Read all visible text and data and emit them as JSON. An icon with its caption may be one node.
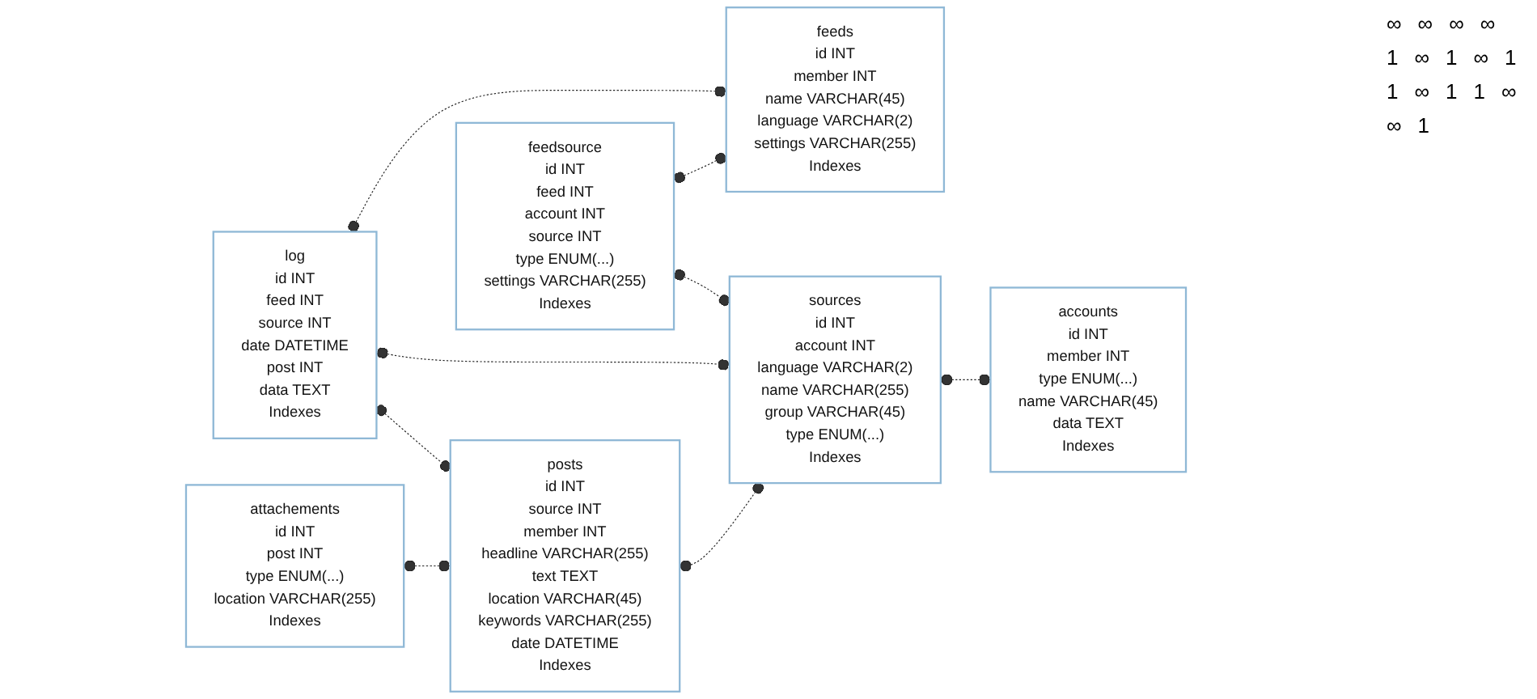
{
  "diagram": {
    "nodes": [
      {
        "text": [
          "attachements",
          "id INT",
          "post INT",
          "type ENUM(...)",
          "location VARCHAR(255)",
          "Indexes"
        ]
      },
      {
        "text": [
          "log",
          "id INT",
          "feed INT",
          "source INT",
          "date DATETIME",
          "post INT",
          "data TEXT",
          "Indexes"
        ]
      },
      {
        "text": [
          "posts",
          "id INT",
          "source INT",
          "member INT",
          "headline VARCHAR(255)",
          "text TEXT",
          "location VARCHAR(45)",
          "keywords VARCHAR(255)",
          "date DATETIME",
          "Indexes"
        ]
      },
      {
        "text": [
          "sources",
          "id INT",
          "account INT",
          "language VARCHAR(2)",
          "name VARCHAR(255)",
          "group VARCHAR(45)",
          "type ENUM(...)",
          "Indexes"
        ]
      },
      {
        "text": [
          "feeds",
          "id INT",
          "member INT",
          "name VARCHAR(45)",
          "language VARCHAR(2)",
          "settings VARCHAR(255)",
          "Indexes"
        ]
      },
      {
        "text": [
          "feedsource",
          "id INT",
          "feed INT",
          "account INT",
          "source INT",
          "type ENUM(...)",
          "settings VARCHAR(255)",
          "Indexes"
        ]
      },
      {
        "text": [
          "accounts",
          "id INT",
          "member INT",
          "type ENUM(...)",
          "name VARCHAR(45)",
          "data TEXT",
          "Indexes"
        ]
      }
    ],
    "edges": [
      {
        "from": 0,
        "to": 2,
        "arrow": "other",
        "style": "dashed"
      },
      {
        "from": 1,
        "to": 2,
        "arrow": "other",
        "style": "dashed"
      },
      {
        "from": 2,
        "to": 3,
        "arrow": "other",
        "style": "dashed"
      },
      {
        "from": 3,
        "to": 6,
        "arrow": "other",
        "style": "dashed"
      },
      {
        "from": 1,
        "to": 3,
        "arrow": "other",
        "style": "dashed"
      },
      {
        "from": 5,
        "to": 3,
        "arrow": "other",
        "style": "dashed"
      },
      {
        "from": 1,
        "to": 4,
        "arrow": "other",
        "style": "dashed"
      },
      {
        "from": 5,
        "to": 4,
        "arrow": "other",
        "style": "dashed"
      }
    ],
    "labels": [
      "∞",
      "∞",
      "∞",
      "∞",
      "1",
      "∞",
      "1",
      "∞",
      "1",
      "1",
      "∞",
      "1",
      "1",
      "∞",
      "∞",
      "1"
    ]
  }
}
